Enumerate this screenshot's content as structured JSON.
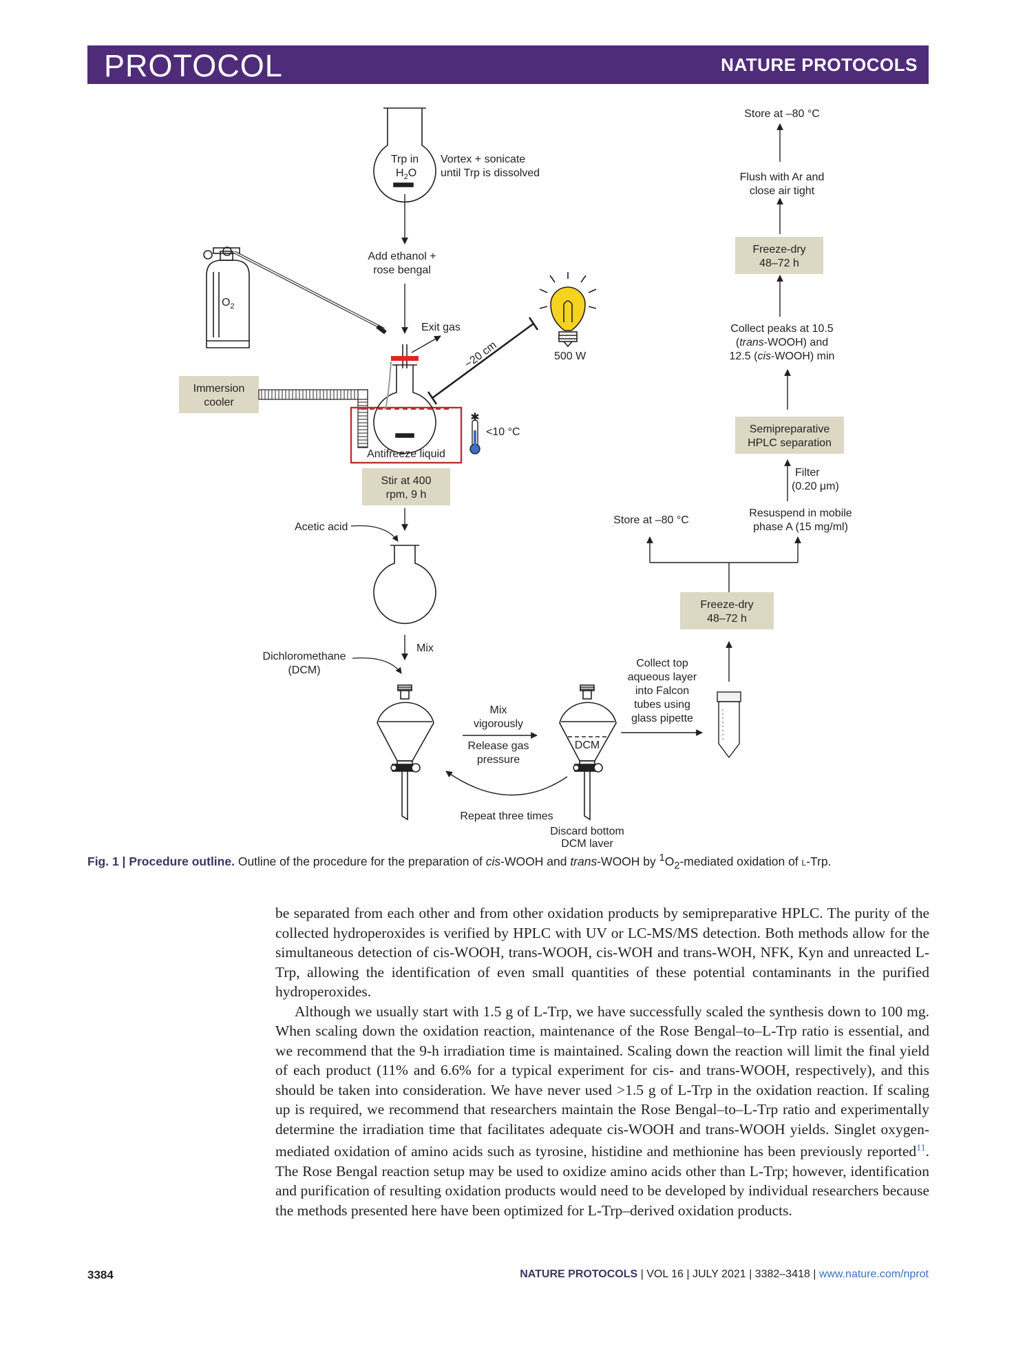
{
  "header": {
    "section": "PROTOCOL",
    "journal": "NATURE PROTOCOLS"
  },
  "figure": {
    "flask_label_line1": "Trp in",
    "flask_label_line2": "H",
    "flask_label_sub": "2",
    "flask_label_line2b": "O",
    "vortex_line1": "Vortex + sonicate",
    "vortex_line2": "until Trp is dissolved",
    "add_ethanol_line1": "Add ethanol +",
    "add_ethanol_line2": "rose bengal",
    "o2_label": "O",
    "o2_sub": "2",
    "exit_gas": "Exit gas",
    "distance": "~20 cm",
    "lamp_power": "500 W",
    "immersion_line1": "Immersion",
    "immersion_line2": "cooler",
    "temp": "<10 °C",
    "antifreeze": "Antifreeze liquid",
    "stir_line1": "Stir at 400",
    "stir_line2": "rpm, 9 h",
    "acetic_acid": "Acetic acid",
    "mix": "Mix",
    "dcm_line1": "Dichloromethane",
    "dcm_line2": "(DCM)",
    "mix_vig_line1": "Mix",
    "mix_vig_line2": "vigorously",
    "release_line1": "Release gas",
    "release_line2": "pressure",
    "dcm_layer": "DCM",
    "repeat": "Repeat three times",
    "discard_line1": "Discard bottom",
    "discard_line2": "DCM layer",
    "collect_top_line1": "Collect top",
    "collect_top_line2": "aqueous layer",
    "collect_top_line3": "into Falcon",
    "collect_top_line4": "tubes using",
    "collect_top_line5": "glass pipette",
    "freeze_dry1_line1": "Freeze-dry",
    "freeze_dry1_line2": "48–72 h",
    "store_left": "Store at –80 °C",
    "resuspend_line1": "Resuspend in mobile",
    "resuspend_line2": "phase A (15 mg/ml)",
    "filter_line1": "Filter",
    "filter_line2": "(0.20 μm)",
    "hplc_line1": "Semipreparative",
    "hplc_line2": "HPLC separation",
    "collect_peaks_line1": "Collect peaks at 10.5",
    "collect_peaks_line2a": "(",
    "collect_peaks_line2b": "trans",
    "collect_peaks_line2c": "-WOOH) and",
    "collect_peaks_line3a": "12.5 (",
    "collect_peaks_line3b": "cis",
    "collect_peaks_line3c": "-WOOH) min",
    "freeze_dry2_line1": "Freeze-dry",
    "freeze_dry2_line2": "48–72 h",
    "flush_line1": "Flush with Ar and",
    "flush_line2": "close air tight",
    "store_top": "Store at –80 °C"
  },
  "caption": {
    "label": "Fig. 1 | Procedure outline.",
    "text_a": " Outline of the procedure for the preparation of ",
    "cis": "cis",
    "text_b": "-WOOH and ",
    "trans": "trans",
    "text_c": "-WOOH by ",
    "sup": "1",
    "text_d": "O",
    "sub": "2",
    "text_e": "-mediated oxidation of ",
    "sc": "l",
    "text_f": "-Trp."
  },
  "body": {
    "p1": "be separated from each other and from other oxidation products by semipreparative HPLC. The purity of the collected hydroperoxides is verified by HPLC with UV or LC-MS/MS detection. Both methods allow for the simultaneous detection of cis-WOOH, trans-WOOH, cis-WOH and trans-WOH, NFK, Kyn and unreacted L-Trp, allowing the identification of even small quantities of these potential contaminants in the purified hydroperoxides.",
    "p2a": "Although we usually start with 1.5 g of L-Trp, we have successfully scaled the synthesis down to 100 mg. When scaling down the oxidation reaction, maintenance of the Rose Bengal–to–L-Trp ratio is essential, and we recommend that the 9-h irradiation time is maintained. Scaling down the reaction will limit the final yield of each product (11% and 6.6% for a typical experiment for cis- and trans-WOOH, respectively), and this should be taken into consideration. We have never used >1.5 g of L-Trp in the oxidation reaction. If scaling up is required, we recommend that researchers maintain the Rose Bengal–to–L-Trp ratio and experimentally determine the irradiation time that facilitates adequate cis-WOOH and trans-WOOH yields. Singlet oxygen-mediated oxidation of amino acids such as tyrosine, histidine and methionine has been previously reported",
    "p2_cite": "11",
    "p2b": ". The Rose Bengal reaction setup may be used to oxidize amino acids other than L-Trp; however, identification and purification of resulting oxidation products would need to be developed by individual researchers because the methods presented here have been optimized for L-Trp–derived oxidation products."
  },
  "footer": {
    "page": "3384",
    "journal": "NATURE PROTOCOLS",
    "details": " | VOL 16 | JULY 2021 | 3382–3418 | ",
    "url": "www.nature.com/nprot"
  },
  "colors": {
    "header_bg": "#4f2c7a",
    "box_fill": "#ddd8c4",
    "bath_border": "#b4332e",
    "stopper_red": "#e02424",
    "bulb_yellow": "#f5d31f",
    "link_blue": "#3c6ec2"
  }
}
